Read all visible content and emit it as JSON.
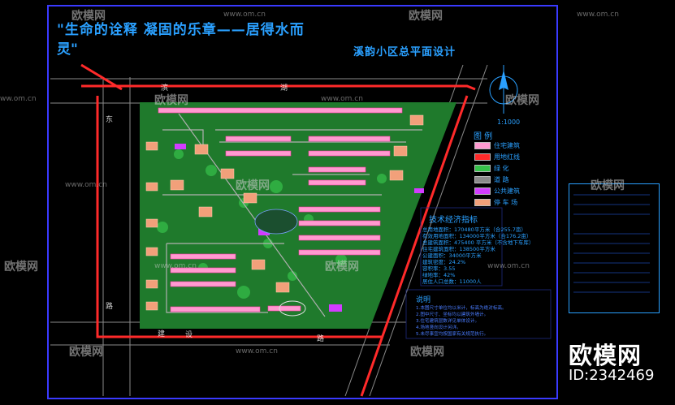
{
  "title": {
    "line1": "\"生命的诠释    凝固的乐章——居得水而",
    "line2": "灵\"",
    "subtitle": "溪韵小区总平面设计"
  },
  "scale": "1:1000",
  "legend": {
    "heading": "图  例",
    "items": [
      {
        "label": "住宅建筑",
        "color": "#ff9ad0"
      },
      {
        "label": "用地红线",
        "color": "#ff2a2a"
      },
      {
        "label": "绿    化",
        "color": "#36c24a"
      },
      {
        "label": "道    路",
        "color": "#8a8a8a"
      },
      {
        "label": "公共建筑",
        "color": "#d23cff"
      },
      {
        "label": "停 车 场",
        "color": "#f2a07a"
      }
    ]
  },
  "tech_index": {
    "title": "技术经济指标",
    "lines": [
      "总用地面积：170480平方米（合255.7亩）",
      "有效用地面积：134000平方米（合176.2亩）",
      "总建筑面积：475400 平方米（不含地下车库）",
      "住宅建筑面积：138500平方米",
      "公建面积：34000平方米",
      "建筑密度：24.2%",
      "容积率：3.55",
      "绿地率：42%",
      "居住人口总数：11000人"
    ]
  },
  "notes": {
    "title": "说明",
    "lines": [
      "1.本图尺寸单位均以米计，标高为绝对标高。",
      "2.图中尺寸、坐标均以建筑外墙计。",
      "3.住宅建筑层数详见单体设计。",
      "4.场地竖向设计另详。",
      "5.未尽事宜均按国家有关规范执行。"
    ]
  },
  "roads": {
    "north": "滨",
    "north2": "湖",
    "west": "东",
    "west2": "路",
    "south1": "建",
    "south2": "设",
    "south3": "路"
  },
  "watermark": {
    "name": "欧模网",
    "url": "www.om.cn",
    "url_short": "ww.om.cn"
  },
  "brand": {
    "name": "欧模网",
    "id": "ID:2342469"
  }
}
